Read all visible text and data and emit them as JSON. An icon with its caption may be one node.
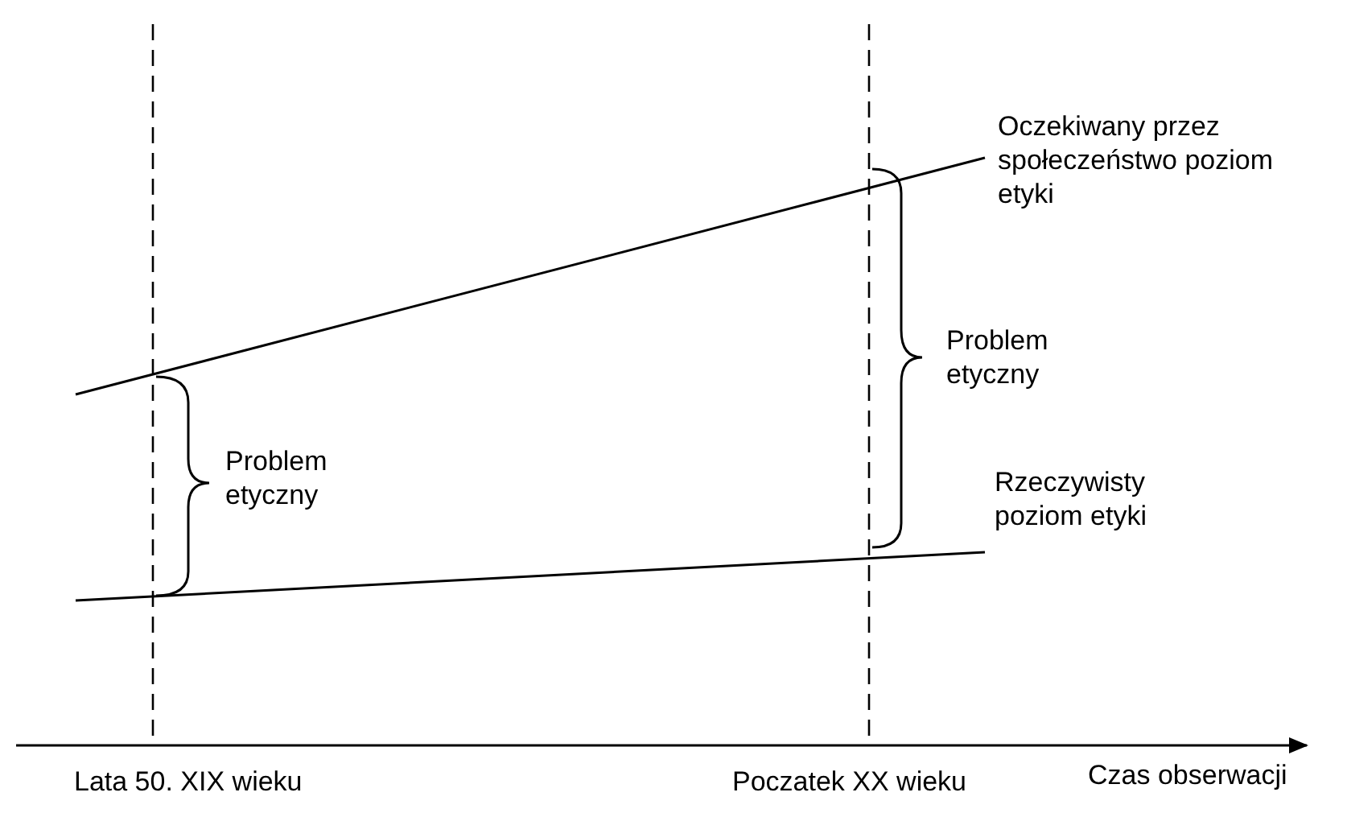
{
  "diagram": {
    "labels": [
      "Oczekiwany przez społeczeństwo poziom etyki",
      "Problem etyczny",
      "Problem etyczny",
      "Rzeczywisty poziom etyki",
      "Lata 50. XIX wieku",
      "Poczatek XX wieku",
      "Czas obserwacji"
    ]
  }
}
